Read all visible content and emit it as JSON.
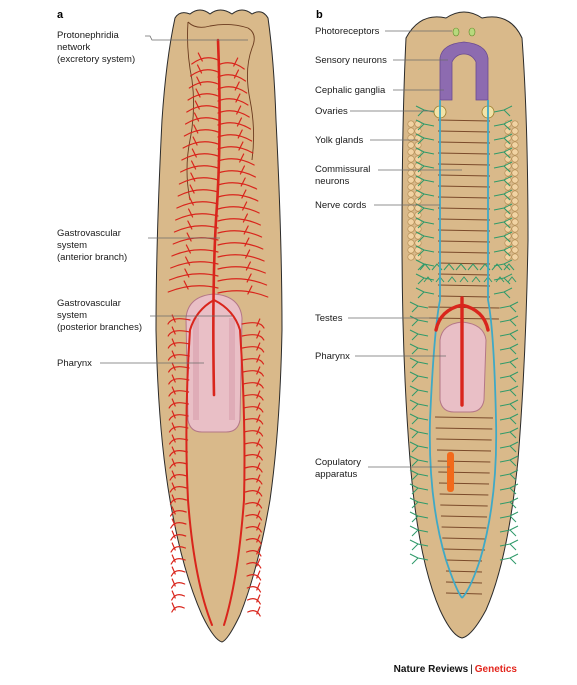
{
  "panels": {
    "a": {
      "letter": "a",
      "labels": {
        "protonephridia": [
          "Protonephridia",
          "network",
          "(excretory system)"
        ],
        "gv_anterior": [
          "Gastrovascular",
          "system",
          "(anterior branch)"
        ],
        "gv_posterior": [
          "Gastrovascular",
          "system",
          "(posterior branches)"
        ],
        "pharynx": [
          "Pharynx"
        ]
      }
    },
    "b": {
      "letter": "b",
      "labels": {
        "photoreceptors": [
          "Photoreceptors"
        ],
        "sensory_neurons": [
          "Sensory neurons"
        ],
        "cephalic_ganglia": [
          "Cephalic ganglia"
        ],
        "ovaries": [
          "Ovaries"
        ],
        "yolk_glands": [
          "Yolk glands"
        ],
        "commissural_neurons": [
          "Commissural",
          "neurons"
        ],
        "nerve_cords": [
          "Nerve cords"
        ],
        "testes": [
          "Testes"
        ],
        "pharynx": [
          "Pharynx"
        ],
        "copulatory_apparatus": [
          "Copulatory",
          "apparatus"
        ]
      }
    }
  },
  "credit": {
    "journal": "Nature Reviews",
    "separator": "|",
    "section": "Genetics"
  },
  "colors": {
    "body": "#d9b98a",
    "outline": "#2b2b2b",
    "gastrovascular": "#d9251c",
    "pharynx": "#e9bfc6",
    "nerve": "#3fa9c6",
    "brain": "#8d6bb0",
    "yolk": "#f1d3a3",
    "testes": "#2f9a6a",
    "copulatory": "#f26a1b",
    "commissures": "#7a4a2a"
  }
}
